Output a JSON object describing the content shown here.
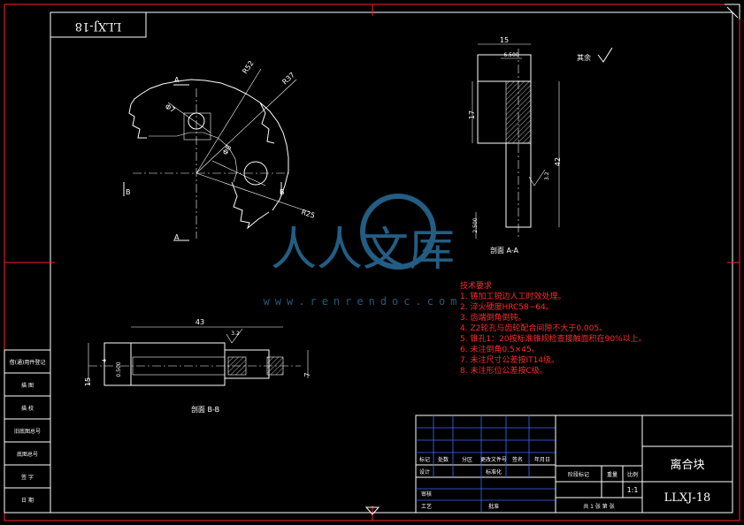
{
  "drawing": {
    "code_flipped": "LLXJ-18",
    "part_name": "离合块",
    "drawing_code": "LLXJ-18",
    "scale": "1:1",
    "roughness_note": "其余",
    "views": {
      "section_aa_label": "剖面 A-A",
      "section_bb_label": "剖面 B-B",
      "cut_mark_a": "A",
      "cut_mark_b": "B"
    },
    "dimensions": {
      "top_r52": "R52",
      "top_r37": "R37",
      "top_r25": "R25",
      "top_phi7": "Φ7",
      "top_phi8": "Φ8",
      "aa_15": "15",
      "aa_6500": "6.500",
      "aa_17": "17",
      "aa_42": "42",
      "aa_2500": "2.500",
      "aa_32": "3.2",
      "bb_43": "43",
      "bb_32": "3.2",
      "bb_15": "15",
      "bb_4": "4",
      "bb_0500": "0.500",
      "bb_7": "7"
    },
    "tech_requirements": {
      "heading": "技术要求",
      "items": [
        "1. 铸加工锐边人工时效处理。",
        "2. 淬火硬度HRC58~64。",
        "3. 齿端倒角倒钝。",
        "4. Z2轮孔与齿轮配合间隙不大于0.005。",
        "5. 锥孔1：20按标准锥规检查接触面积在90%以上。",
        "6. 未注倒角0.5×45。",
        "7. 未注尺寸公差按IT14级。",
        "8. 未注形位公差按C级。"
      ]
    },
    "left_strip": [
      "借(通)用件登记",
      "描  图",
      "描  校",
      "旧底图总号",
      "底图总号",
      "签  字",
      "日  期"
    ],
    "title_block": {
      "row_labels": [
        "标记",
        "处数",
        "分区",
        "更改文件号",
        "签名",
        "年月日"
      ],
      "design": "设计",
      "standardize": "标准化",
      "stage_mark": "阶段标记",
      "weight": "重量",
      "scale_label": "比例",
      "review": "审核",
      "process": "工艺",
      "approve": "批准",
      "sheets": "共 1 张   第    张"
    },
    "watermark": {
      "text": "人人文库",
      "url": "www.renrendoc.com"
    }
  }
}
